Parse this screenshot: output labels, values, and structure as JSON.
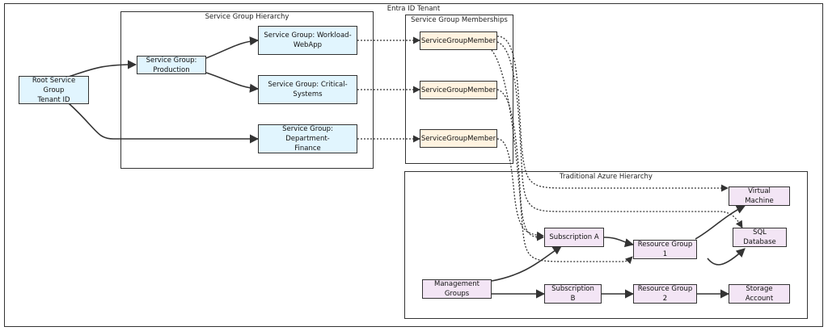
{
  "tenant": {
    "title": "Entra ID Tenant"
  },
  "clusters": {
    "hierarchy": "Service Group Hierarchy",
    "memberships": "Service Group Memberships",
    "azure": "Traditional Azure Hierarchy"
  },
  "nodes": {
    "root": {
      "line1": "Root Service Group",
      "line2": "Tenant ID"
    },
    "production": {
      "line1": "Service Group: Production"
    },
    "workload": {
      "line1": "Service Group: Workload-",
      "line2": "WebApp"
    },
    "critical": {
      "line1": "Service Group: Critical-",
      "line2": "Systems"
    },
    "finance": {
      "line1": "Service Group: Department-",
      "line2": "Finance"
    },
    "member1": {
      "line1": "ServiceGroupMember"
    },
    "member2": {
      "line1": "ServiceGroupMember"
    },
    "member3": {
      "line1": "ServiceGroupMember"
    },
    "mgmt": {
      "line1": "Management Groups"
    },
    "subA": {
      "line1": "Subscription A"
    },
    "subB": {
      "line1": "Subscription B"
    },
    "rg1": {
      "line1": "Resource Group 1"
    },
    "rg2": {
      "line1": "Resource Group 2"
    },
    "vm": {
      "line1": "Virtual Machine"
    },
    "sql": {
      "line1": "SQL Database"
    },
    "storage": {
      "line1": "Storage Account"
    }
  },
  "colors": {
    "service_group_fill": "#e1f5fe",
    "member_fill": "#fff3e0",
    "azure_fill": "#f3e5f5",
    "border": "#333333"
  }
}
